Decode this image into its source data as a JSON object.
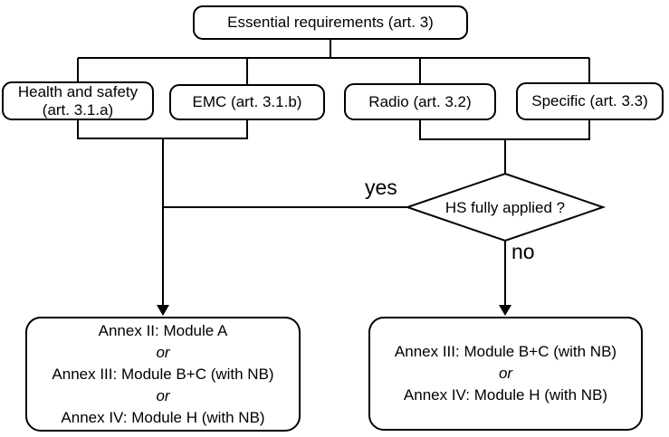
{
  "diagram": {
    "background": "#ffffff",
    "line_color": "#000000",
    "nodes": {
      "essential": {
        "label": "Essential requirements (art. 3)"
      },
      "health_safety": {
        "line1": "Health and safety",
        "line2": "(art. 3.1.a)"
      },
      "emc": {
        "label": "EMC (art. 3.1.b)"
      },
      "radio": {
        "label": "Radio (art. 3.2)"
      },
      "specific": {
        "label": "Specific (art. 3.3)"
      },
      "decision": {
        "label": "HS fully applied ?"
      },
      "annex_left": {
        "lines": [
          "Annex II: Module A",
          "or",
          "Annex III: Module B+C (with NB)",
          "or",
          "Annex IV: Module H (with NB)"
        ]
      },
      "annex_right": {
        "lines": [
          "Annex III: Module B+C (with NB)",
          "or",
          "Annex IV: Module H (with NB)"
        ]
      }
    },
    "edge_labels": {
      "yes": "yes",
      "no": "no"
    }
  }
}
